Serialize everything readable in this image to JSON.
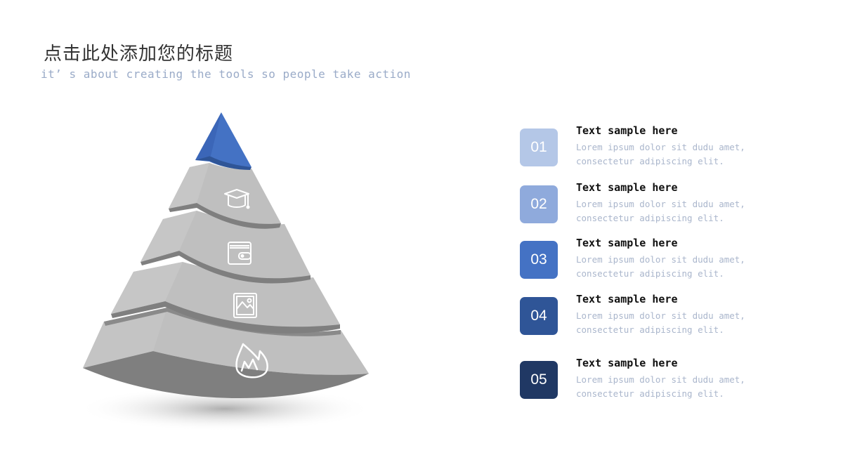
{
  "header": {
    "title": "点击此处添加您的标题",
    "subtitle": "it’ s about creating the tools so people take action"
  },
  "pyramid": {
    "levels": [
      {
        "level": 1,
        "color": "#4472c4",
        "icon": "none"
      },
      {
        "level": 2,
        "color": "#c0c0c0",
        "icon": "graduation-cap-icon"
      },
      {
        "level": 3,
        "color": "#c0c0c0",
        "icon": "wallet-icon"
      },
      {
        "level": 4,
        "color": "#c0c0c0",
        "icon": "image-icon"
      },
      {
        "level": 5,
        "color": "#c0c0c0",
        "icon": "flame-icon"
      }
    ]
  },
  "items": [
    {
      "number": "01",
      "color": "#b4c7e7",
      "title": "Text sample here",
      "line1": "Lorem ipsum dolor sit dudu amet,",
      "line2": "consectetur adipiscing elit."
    },
    {
      "number": "02",
      "color": "#8faadc",
      "title": "Text sample here",
      "line1": "Lorem ipsum dolor sit dudu amet,",
      "line2": "consectetur adipiscing elit."
    },
    {
      "number": "03",
      "color": "#4472c4",
      "title": "Text sample here",
      "line1": "Lorem ipsum dolor sit dudu amet,",
      "line2": "consectetur adipiscing elit."
    },
    {
      "number": "04",
      "color": "#2f5597",
      "title": "Text sample here",
      "line1": "Lorem ipsum dolor sit dudu amet,",
      "line2": "consectetur adipiscing elit."
    },
    {
      "number": "05",
      "color": "#203864",
      "title": "Text sample here",
      "line1": "Lorem ipsum dolor sit dudu amet,",
      "line2": "consectetur adipiscing elit."
    }
  ]
}
